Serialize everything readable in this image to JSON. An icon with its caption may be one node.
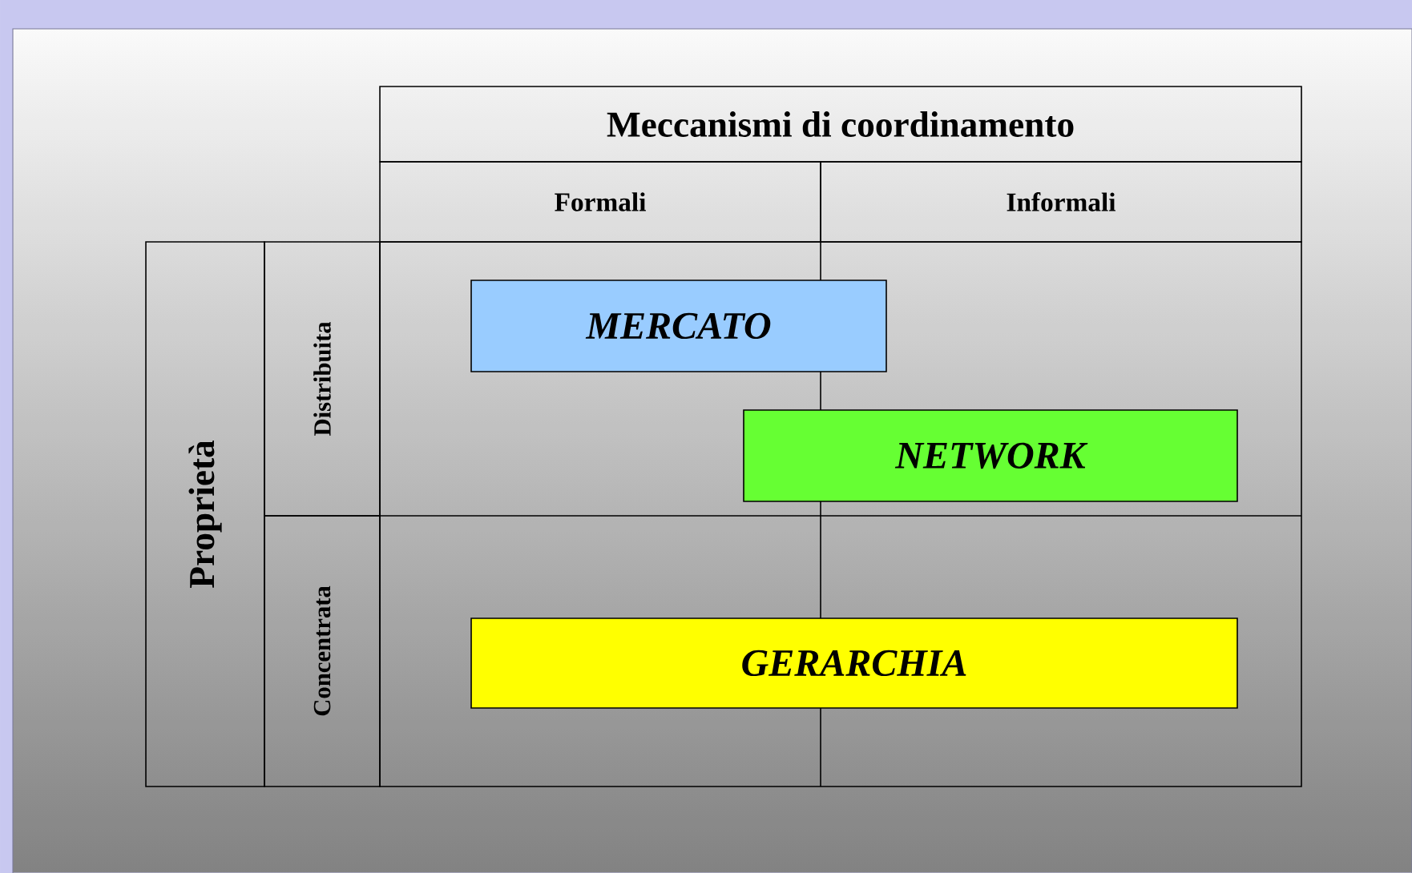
{
  "diagram": {
    "nodes": [
      {
        "text": [
          "Meccanismi di coordinamento"
        ]
      },
      {
        "text": [
          "Formali"
        ]
      },
      {
        "text": [
          "Informali"
        ]
      },
      {
        "text": [
          "Proprietà"
        ]
      },
      {
        "text": [
          "Distribuita"
        ]
      },
      {
        "text": [
          "Concentrata"
        ]
      },
      {
        "text": [
          "MERCATO"
        ]
      },
      {
        "text": [
          "NETWORK"
        ]
      },
      {
        "text": [
          "GERARCHIA"
        ]
      }
    ]
  }
}
